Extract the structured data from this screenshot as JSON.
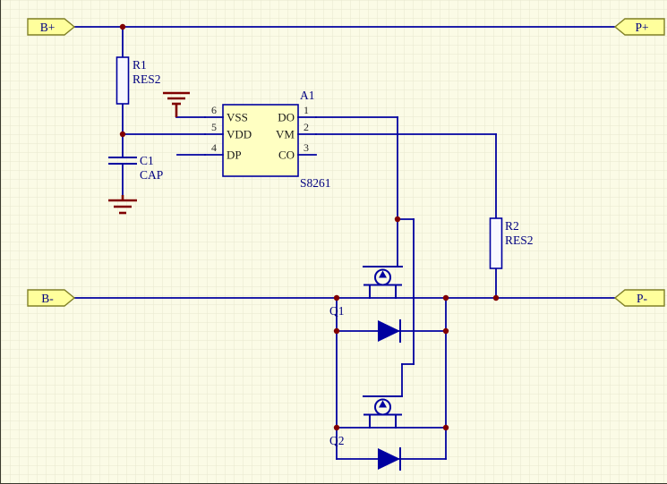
{
  "colors": {
    "background": "#FBFBE6",
    "grid": "#E7E7CE",
    "wire_blue": "#0000A0",
    "junction_red": "#800000",
    "ground_red": "#800000",
    "ic_fill": "#FFFFC2",
    "port_fill": "#FFFF9C",
    "port_border": "#808027",
    "designator_text": "#000080",
    "pin_text": "#1A1A1A"
  },
  "ports": {
    "battery_positive": "B+",
    "pack_positive": "P+",
    "battery_negative": "B-",
    "pack_negative": "P-"
  },
  "ic": {
    "designator": "A1",
    "part_number": "S8261",
    "left_pins": [
      {
        "number": "6",
        "name": "VSS"
      },
      {
        "number": "5",
        "name": "VDD"
      },
      {
        "number": "4",
        "name": "DP"
      }
    ],
    "right_pins": [
      {
        "number": "1",
        "name": "DO"
      },
      {
        "number": "2",
        "name": "VM"
      },
      {
        "number": "3",
        "name": "CO"
      }
    ]
  },
  "components": {
    "r1": {
      "designator": "R1",
      "value": "RES2"
    },
    "r2": {
      "designator": "R2",
      "value": "RES2"
    },
    "c1": {
      "designator": "C1",
      "value": "CAP"
    },
    "q1": {
      "designator": "Q1"
    },
    "q2": {
      "designator": "Q2"
    }
  }
}
